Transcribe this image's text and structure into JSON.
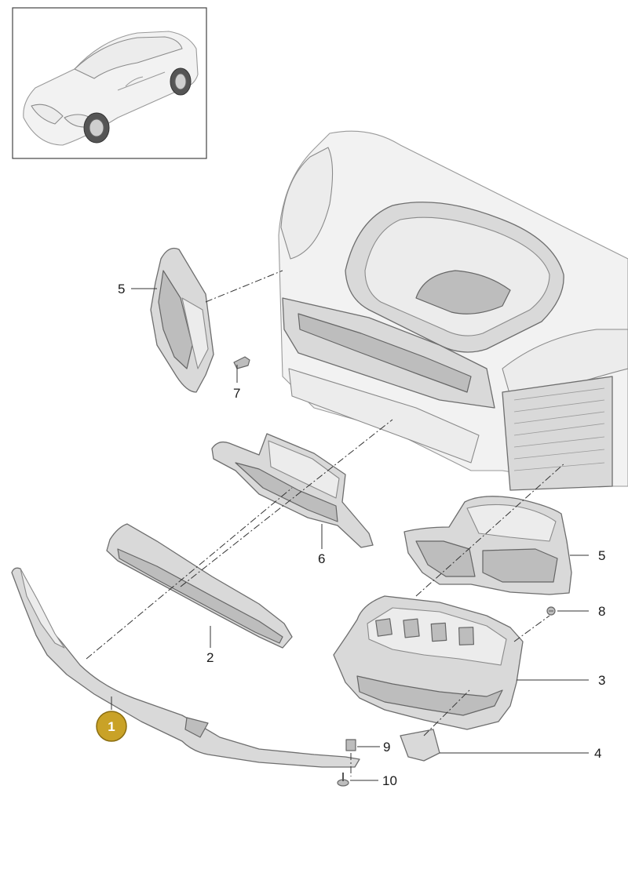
{
  "callouts": [
    {
      "number": "5",
      "part": "side-air-duct-left"
    },
    {
      "number": "7",
      "part": "clip"
    },
    {
      "number": "6",
      "part": "center-air-duct"
    },
    {
      "number": "2",
      "part": "bumper-bracket"
    },
    {
      "number": "5",
      "part": "side-air-duct-right"
    },
    {
      "number": "8",
      "part": "screw"
    },
    {
      "number": "3",
      "part": "grille-carrier"
    },
    {
      "number": "9",
      "part": "clip-nut"
    },
    {
      "number": "4",
      "part": "cover-cap"
    },
    {
      "number": "10",
      "part": "bolt"
    }
  ],
  "highlighted": {
    "number": "1",
    "part": "front-spoiler-lip"
  },
  "colors": {
    "badge_fill": "#c9a227",
    "badge_stroke": "#8a6d10",
    "part_fill": "#d9d9d9",
    "outline": "#6e6e6e"
  }
}
